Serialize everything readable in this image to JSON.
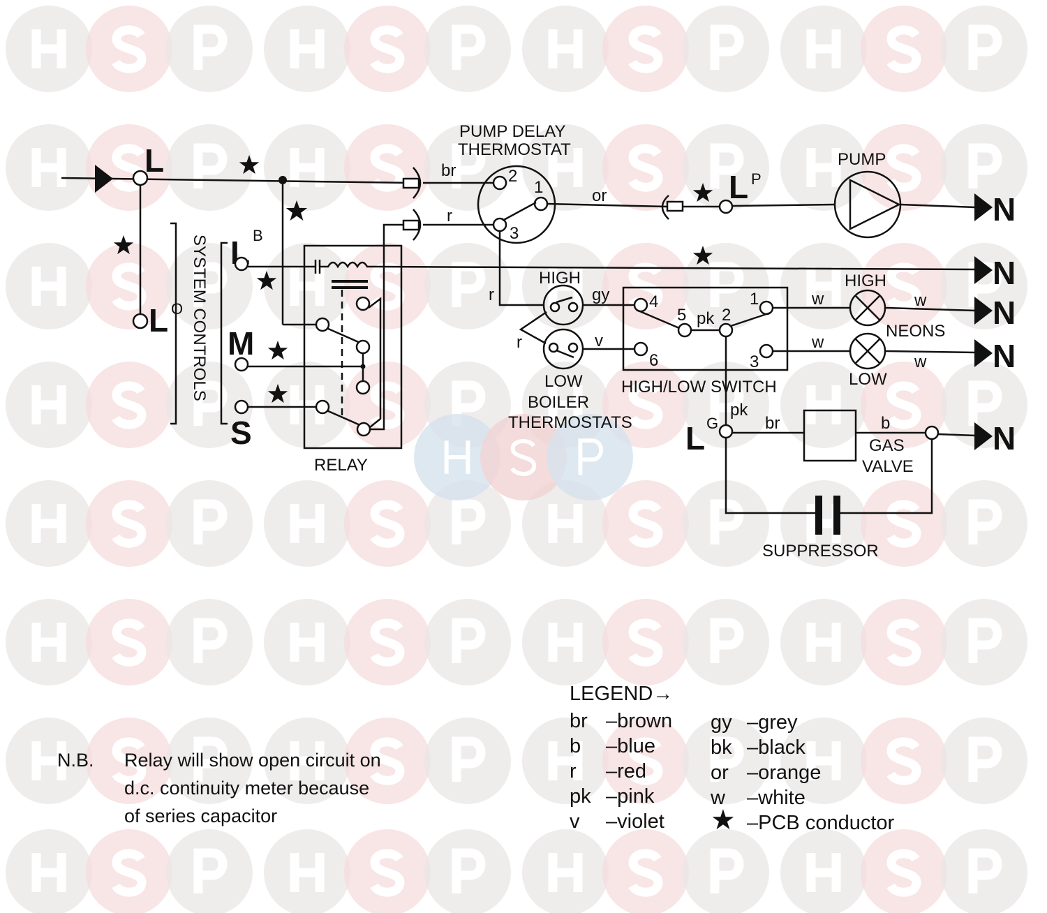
{
  "watermark": {
    "letters": [
      "H",
      "S",
      "P"
    ],
    "colors": {
      "H": "#e9e6e6",
      "S": "#f6dcdc",
      "P": "#e9e6e6"
    },
    "center_colors": [
      "#d6e2ee",
      "#f1d3d3",
      "#d6e2ee"
    ]
  },
  "diagram": {
    "L": "L",
    "Lo_sup": "O",
    "Lb_sup": "B",
    "Lp_sup": "P",
    "Lg_sup": "G",
    "M": "M",
    "S": "S",
    "N": "N",
    "system_controls": "SYSTEM     CONTROLS",
    "relay": "RELAY",
    "pump_delay_1": "PUMP  DELAY",
    "pump_delay_2": "THERMOSTAT",
    "pump": "PUMP",
    "term": {
      "t1": "1",
      "t2": "2",
      "t3": "3",
      "t4": "4",
      "t5": "5",
      "t6": "6"
    },
    "wires": {
      "br": "br",
      "r": "r",
      "or": "or",
      "gy": "gy",
      "v": "v",
      "pk": "pk",
      "w": "w",
      "b": "b"
    },
    "high": "HIGH",
    "low": "LOW",
    "boiler": "BOILER",
    "thermostats": "THERMOSTATS",
    "hl_switch": "HIGH/LOW  SWITCH",
    "neons": "NEONS",
    "gas": "GAS",
    "valve": "VALVE",
    "suppressor": "SUPPRESSOR"
  },
  "legend": {
    "title": "LEGEND→",
    "left": [
      {
        "code": "br",
        "name": "–brown"
      },
      {
        "code": "b",
        "name": "–blue"
      },
      {
        "code": "r",
        "name": "–red"
      },
      {
        "code": "pk",
        "name": "–pink"
      },
      {
        "code": "v",
        "name": "–violet"
      }
    ],
    "right": [
      {
        "code": "gy",
        "name": "–grey"
      },
      {
        "code": "bk",
        "name": "–black"
      },
      {
        "code": "or",
        "name": "–orange"
      },
      {
        "code": "w",
        "name": "–white"
      },
      {
        "code": "★",
        "name": "–PCB conductor"
      }
    ]
  },
  "note": {
    "label": "N.B.",
    "lines": [
      "Relay will show open circuit on",
      "d.c. continuity meter because",
      "of series capacitor"
    ]
  }
}
